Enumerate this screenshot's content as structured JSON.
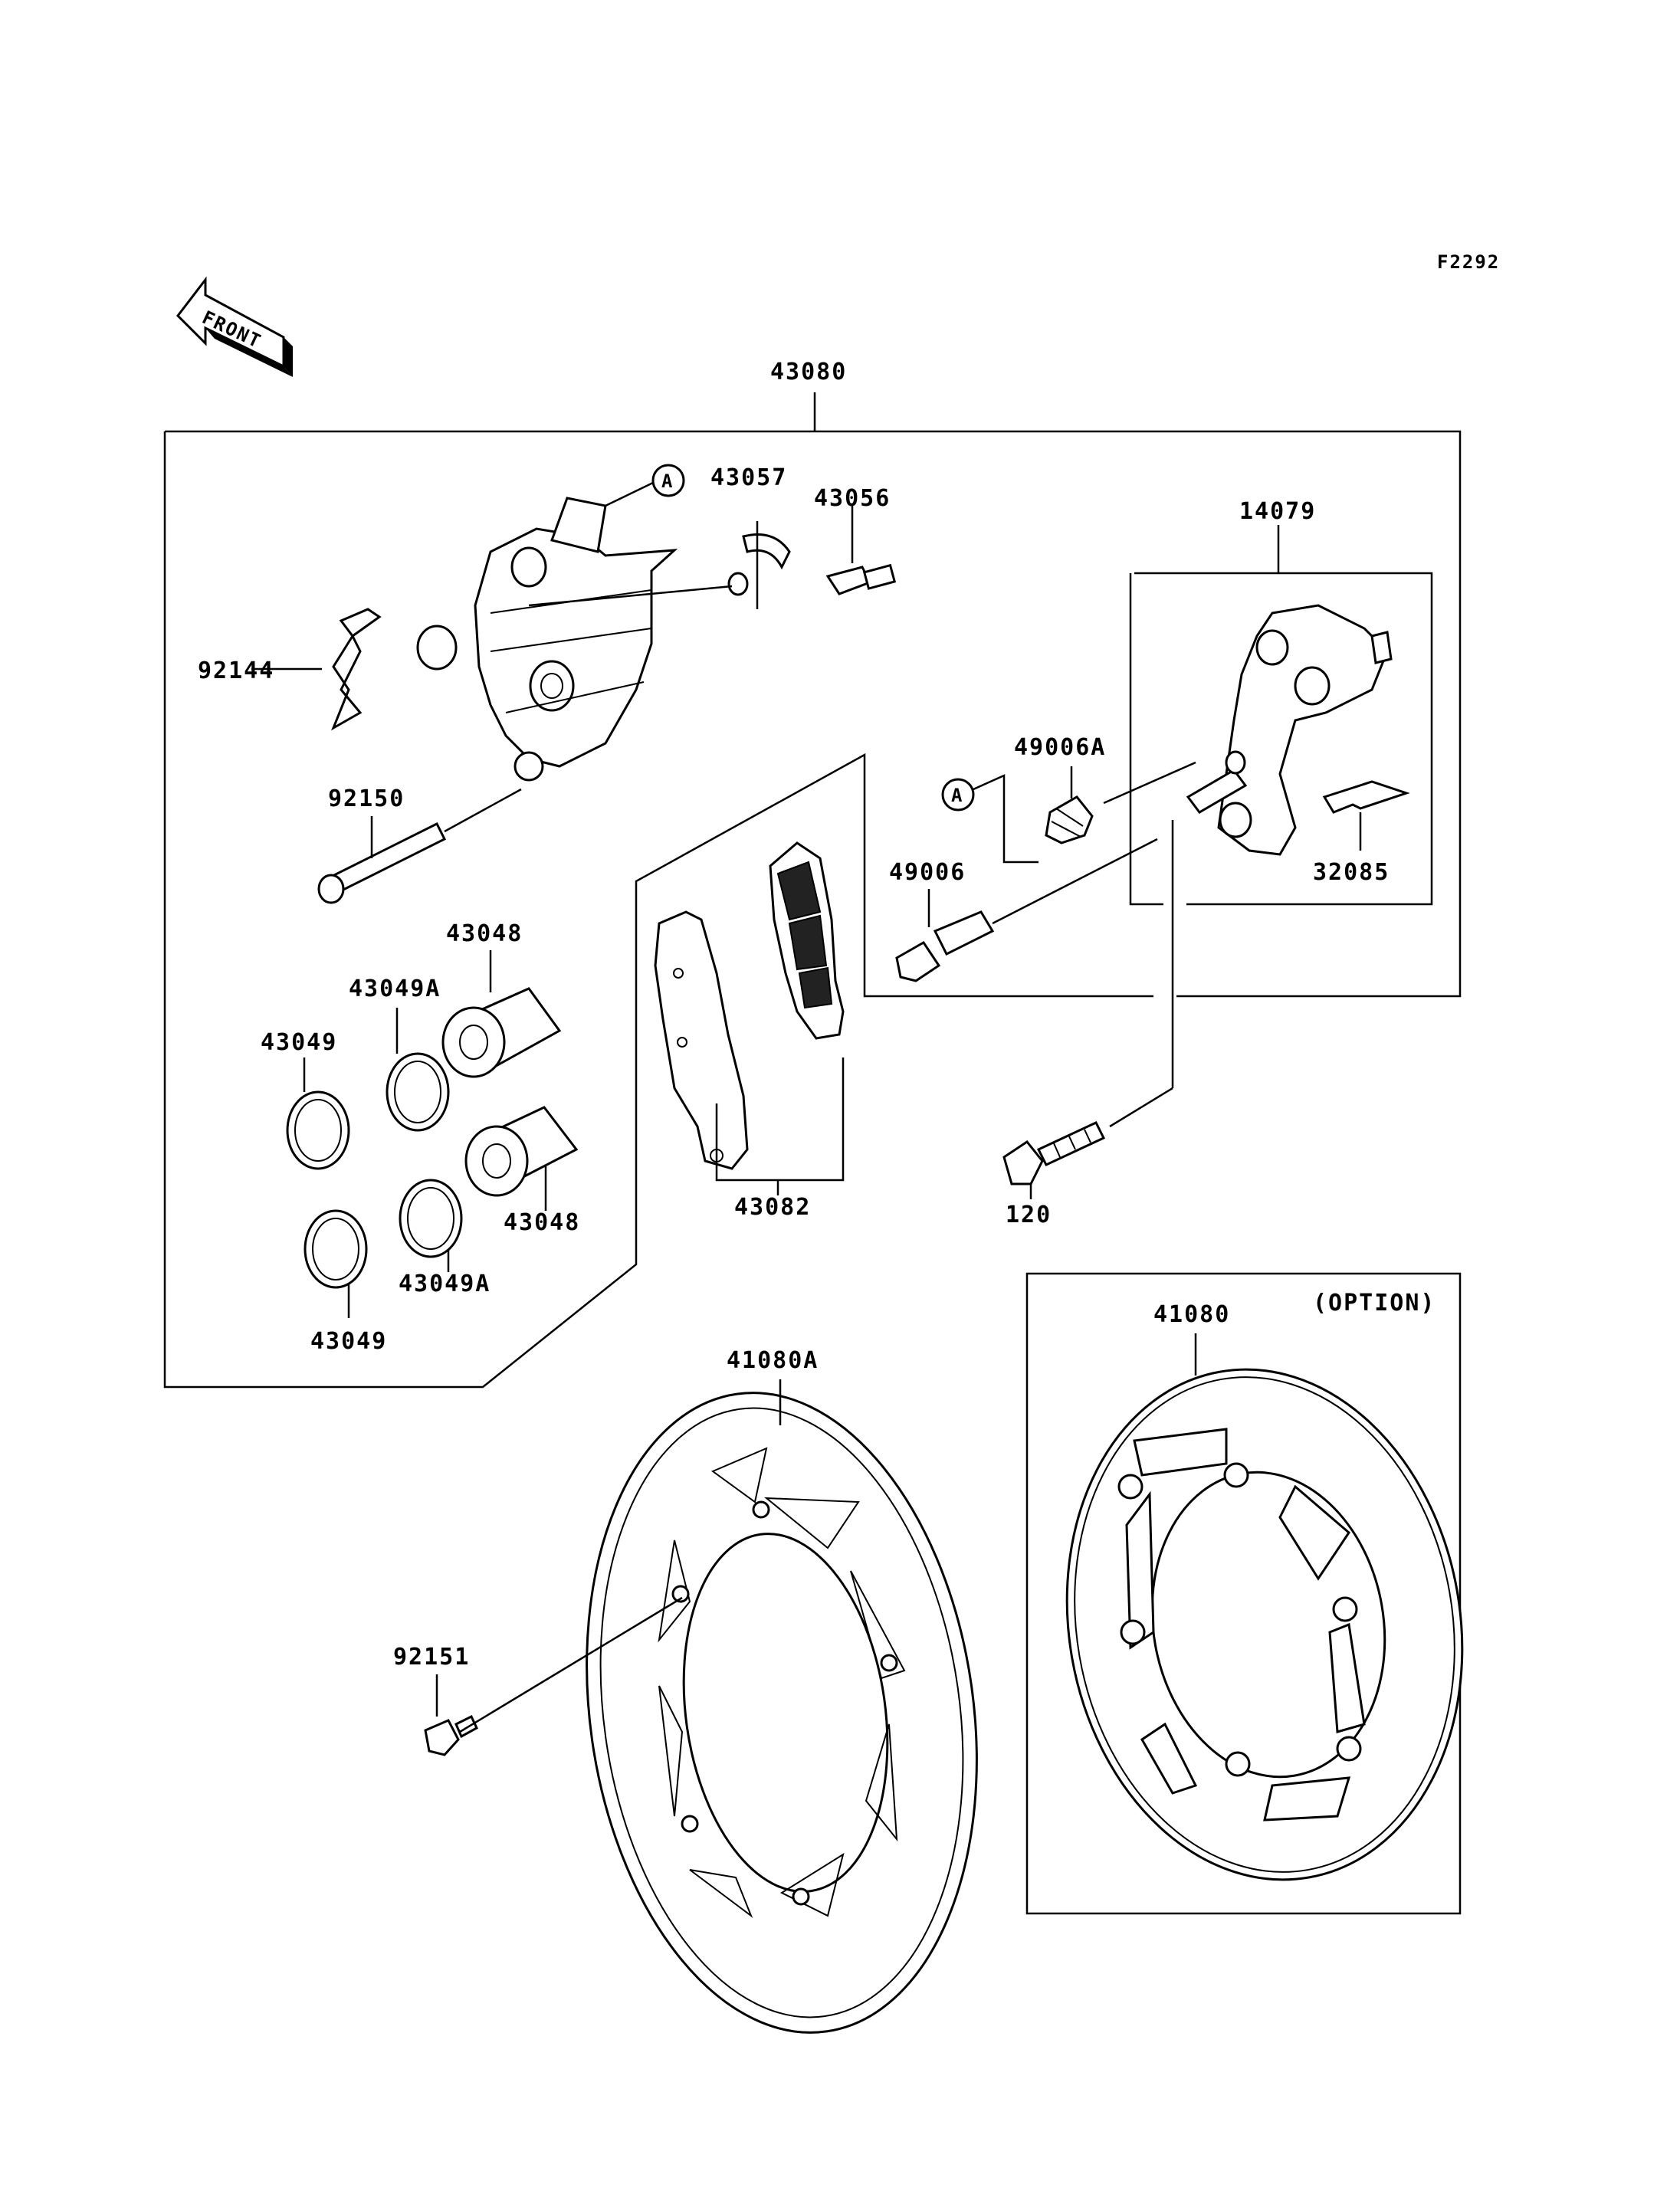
{
  "figure_code": "F2292",
  "front_arrow_text": "FRONT",
  "option_text": "(OPTION)",
  "ref_marker": "A",
  "labels": {
    "p43080": "43080",
    "p43057": "43057",
    "p43056": "43056",
    "p14079": "14079",
    "p92144": "92144",
    "p49006A": "49006A",
    "p92150": "92150",
    "p49006": "49006",
    "p32085": "32085",
    "p43048_top": "43048",
    "p43049A_top": "43049A",
    "p43049_top": "43049",
    "p43048_bottom": "43048",
    "p43049A_bottom": "43049A",
    "p43049_bottom": "43049",
    "p43082": "43082",
    "p120": "120",
    "p41080A": "41080A",
    "p41080": "41080",
    "p92151": "92151"
  }
}
